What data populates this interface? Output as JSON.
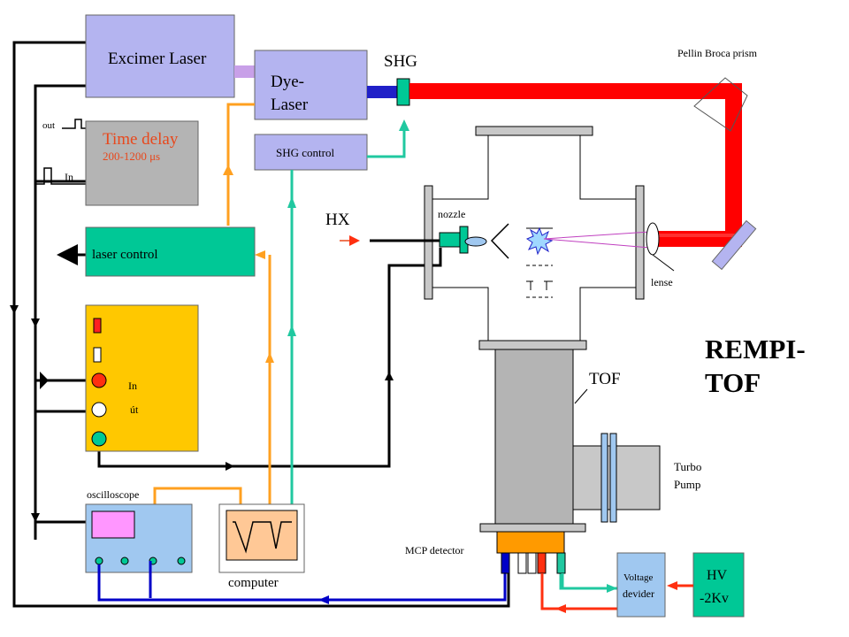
{
  "labels": {
    "excimer_laser": "Excimer Laser",
    "dye_laser_line1": "Dye-",
    "dye_laser_line2": "Laser",
    "shg": "SHG",
    "shg_control": "SHG control",
    "time_delay": "Time delay",
    "time_delay_range": "200-1200 μs",
    "out": "out",
    "in_pulse": "In",
    "laser_control": "laser control",
    "trigger_in": "In",
    "trigger_out": "út",
    "oscilloscope": "oscilloscope",
    "computer": "computer",
    "pellin_broca": "Pellin Broca prism",
    "nozzle": "nozzle",
    "hx": "HX",
    "lense": "lense",
    "tof": "TOF",
    "rempi_line1": "REMPI-",
    "rempi_line2": "TOF",
    "turbo_line1": "Turbo",
    "turbo_line2": "Pump",
    "mcp_detector": "MCP detector",
    "voltage_line1": "Voltage",
    "voltage_line2": "devider",
    "hv_line1": "HV",
    "hv_line2": "-2Kv"
  },
  "colors": {
    "excimer_box": "#b4b4f0",
    "dye_box": "#b4b4f0",
    "shg_control_box": "#b4b4f0",
    "time_delay_box": "#b4b4b4",
    "time_delay_text": "#e8481c",
    "laser_control_box": "#00c896",
    "trigger_box": "#ffc800",
    "oscilloscope_box": "#a0c8f0",
    "oscilloscope_screen": "#ff96ff",
    "computer_screen": "#ffc896",
    "voltage_box": "#a0c8f0",
    "hv_box": "#00c896",
    "red_beam": "#ff0000",
    "violet_beam": "#8850ff",
    "blue_beam": "#2020c8",
    "orange_wire": "#ffa020",
    "teal_wire": "#20c8a0",
    "mcp_box": "#ff9a00",
    "tof_tube": "#b4b4b4",
    "turbo_pump": "#c8c8c8",
    "coax_blue": "#0000c8",
    "red_wire": "#ff3010"
  }
}
